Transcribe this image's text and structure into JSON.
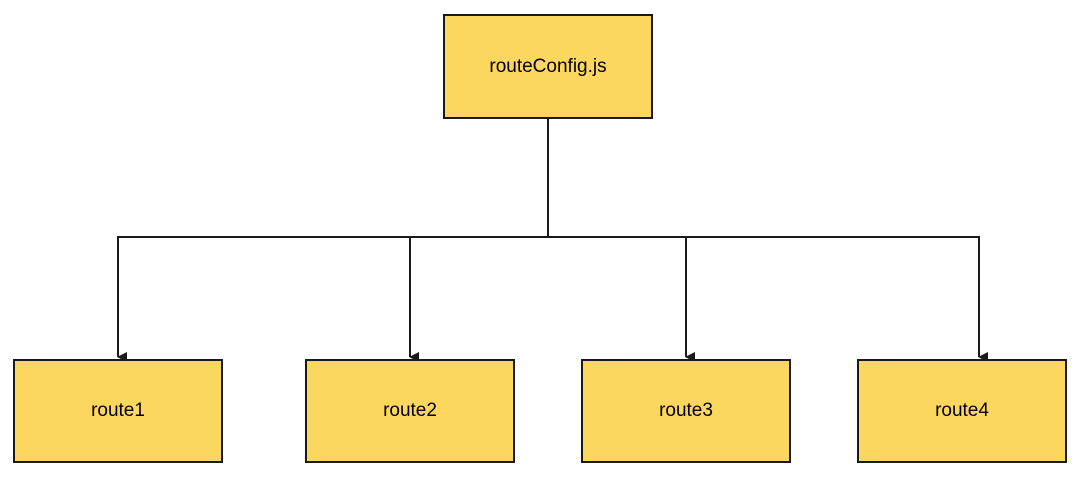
{
  "colors": {
    "node_fill": "#fcd75f",
    "node_border": "#1a1a1a",
    "edge": "#1a1a1a",
    "background": "#ffffff"
  },
  "diagram": {
    "root": {
      "label": "routeConfig.js"
    },
    "children": [
      {
        "label": "route1"
      },
      {
        "label": "route2"
      },
      {
        "label": "route3"
      },
      {
        "label": "route4"
      }
    ]
  }
}
